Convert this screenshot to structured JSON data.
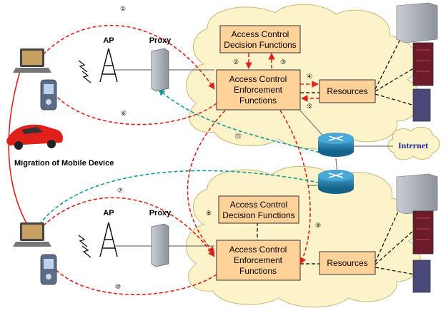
{
  "labels": {
    "ap_top": "AP",
    "proxy_top": "Proxy",
    "ap_bottom": "AP",
    "proxy_bottom": "Proxy",
    "migration": "Migration of Mobile Device",
    "internet": "Internet"
  },
  "boxes": {
    "decision_top_line1": "Access Control",
    "decision_top_line2": "Decision Functions",
    "enforce_top_line1": "Access Control",
    "enforce_top_line2": "Enforcement",
    "enforce_top_line3": "Functions",
    "resources_top": "Resources",
    "decision_bottom_line1": "Access Control",
    "decision_bottom_line2": "Decision Functions",
    "enforce_bottom_line1": "Access Control",
    "enforce_bottom_line2": "Enforcement",
    "enforce_bottom_line3": "Functions",
    "resources_bottom": "Resources"
  },
  "steps": [
    "①",
    "②",
    "③",
    "④",
    "⑤",
    "⑥",
    "⑦",
    "⑧",
    "⑨",
    "⑩",
    "⑪"
  ],
  "colors": {
    "box_fill": "#ffd29a",
    "cloud_fill": "#fdf3c9",
    "red_flow": "#e0201b",
    "teal_flow": "#139a9a",
    "router": "#1f7fae",
    "car": "#e0201b"
  },
  "icons": [
    "laptop-icon",
    "pda-icon",
    "antenna-icon",
    "proxy-server-icon",
    "server-rack-icon",
    "router-icon",
    "car-icon",
    "cloud-icon"
  ]
}
